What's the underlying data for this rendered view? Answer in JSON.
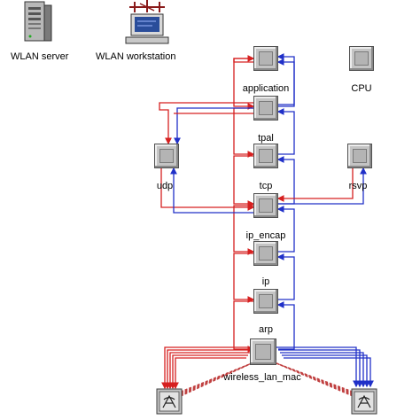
{
  "icons": {
    "wlan_server": {
      "label": "WLAN server",
      "icon": "server-tower-icon"
    },
    "wlan_workstation": {
      "label": "WLAN workstation",
      "icon": "workstation-icon"
    }
  },
  "modules": {
    "application": "application",
    "tpal": "tpal",
    "udp": "udp",
    "tcp": "tcp",
    "rsvp": "rsvp",
    "ip_encap": "ip_encap",
    "ip": "ip",
    "arp": "arp",
    "wireless_lan_mac": "wireless_lan_mac",
    "cpu": "CPU"
  },
  "transceivers": {
    "receiver": "receiver-antenna-icon",
    "transmitter": "transmitter-antenna-icon"
  },
  "colors": {
    "outbound_stream": "#d62020",
    "inbound_stream": "#2030c8",
    "stat_wire": "#c04040",
    "module_fill": "#c4c4c4",
    "module_border": "#505050"
  }
}
